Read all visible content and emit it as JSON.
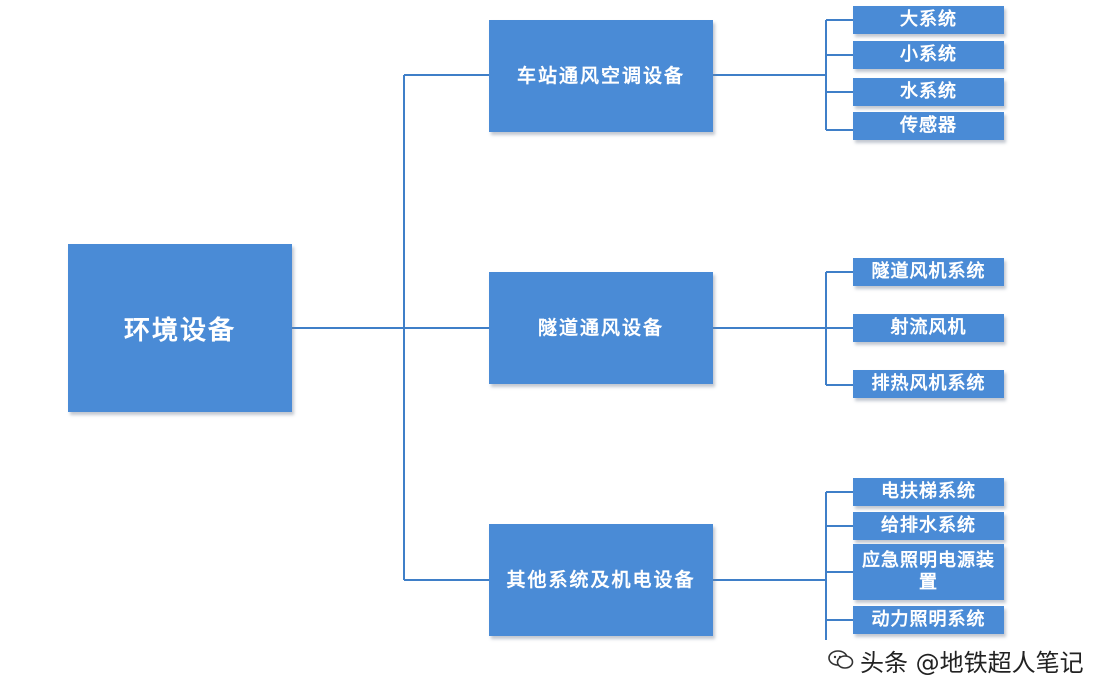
{
  "root": {
    "label": "环境设备"
  },
  "groups": [
    {
      "label": "车站通风空调设备",
      "items": [
        "大系统",
        "小系统",
        "水系统",
        "传感器"
      ]
    },
    {
      "label": "隧道通风设备",
      "items": [
        "隧道风机系统",
        "射流风机",
        "排热风机系统"
      ]
    },
    {
      "label": "其他系统及机电设备",
      "items": [
        "电扶梯系统",
        "给排水系统",
        "应急照明电源装置",
        "动力照明系统"
      ]
    }
  ],
  "watermark": {
    "text": "头条 @地铁超人笔记"
  },
  "colors": {
    "box": "#4a8bd6",
    "line": "#3f7fc8"
  }
}
